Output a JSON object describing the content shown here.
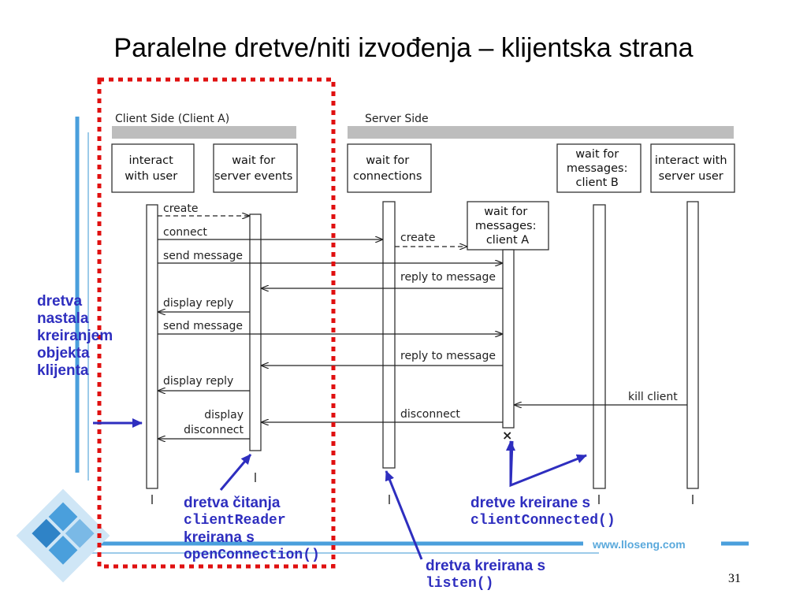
{
  "title": "Paralelne dretve/niti izvođenja – klijentska strana",
  "headers": {
    "client": "Client Side (Client A)",
    "server": "Server Side"
  },
  "boxes": {
    "interact_user": [
      "interact",
      "with user"
    ],
    "wait_server_events": [
      "wait for",
      "server events"
    ],
    "wait_connections": [
      "wait for",
      "connections"
    ],
    "wait_messages_a": [
      "wait for",
      "messages:",
      "client A"
    ],
    "wait_messages_b": [
      "wait for",
      "messages:",
      "client B"
    ],
    "interact_server_user": [
      "interact with",
      "server user"
    ]
  },
  "messages": {
    "create_client": "create",
    "connect": "connect",
    "create_server": "create",
    "send1": "send message",
    "reply1": "reply to message",
    "display1": "display reply",
    "send2": "send message",
    "reply2": "reply to message",
    "display2": "display reply",
    "kill": "kill client",
    "disconnect": "disconnect",
    "display_disconnect": [
      "display",
      "disconnect"
    ]
  },
  "annotations": {
    "left": [
      "dretva",
      "nastala",
      "kreiranjem",
      "objekta",
      "klijenta"
    ],
    "reader": {
      "line1": "dretva čitanja",
      "code1": "clientReader",
      "line2": "kreirana s",
      "code2": "openConnection()"
    },
    "connected": {
      "line1": "dretve kreirane s",
      "code1": "clientConnected()"
    },
    "listen": {
      "line1": "dretva kreirana s",
      "code1": "listen()"
    }
  },
  "website": "www.lloseng.com",
  "page_number": "31",
  "colors": {
    "annotation": "#2e2ebf",
    "highlight": "#e01010",
    "header_bar": "#bdbdbd",
    "decor_blue": "#4a9fdc"
  }
}
